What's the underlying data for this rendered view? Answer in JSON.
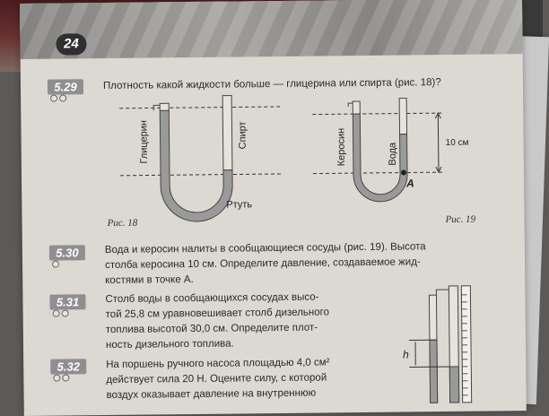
{
  "page_number": "24",
  "problems": [
    {
      "number": "5.29",
      "text": "Плотность какой жидкости больше — глицерина или спирта (рис. 18)?"
    },
    {
      "number": "5.30",
      "lines": [
        "Вода и керосин налиты в сообщающиеся сосуды (рис. 19). Высота",
        "столба керосина 10 см. Определите давление, создаваемое жид-",
        "костями в точке A."
      ]
    },
    {
      "number": "5.31",
      "lines": [
        "Столб воды в сообщающихся сосудах высо-",
        "той 25,8 см уравновешивает столб дизельного",
        "топлива высотой 30,0 см. Определите плот-",
        "ность дизельного топлива."
      ]
    },
    {
      "number": "5.32",
      "lines": [
        "На поршень ручного насоса площадью 4,0 см²",
        "действует сила 20 Н. Оцените силу, с которой",
        "воздух оказывает давление на внутреннюю"
      ]
    }
  ],
  "figure18": {
    "caption": "Рис. 18",
    "labels": {
      "left": "Глицерин",
      "right": "Спирт",
      "bottom": "Ртуть"
    }
  },
  "figure19": {
    "caption": "Рис. 19",
    "labels": {
      "left": "Керосин",
      "right": "Вода",
      "point": "A",
      "height": "10 см"
    }
  },
  "figure_h": {
    "label": "h"
  },
  "colors": {
    "page": "#dcd8d2",
    "liquid": "#9a9a9a",
    "badge": "#8f8f8f",
    "text": "#2a2a2a"
  }
}
